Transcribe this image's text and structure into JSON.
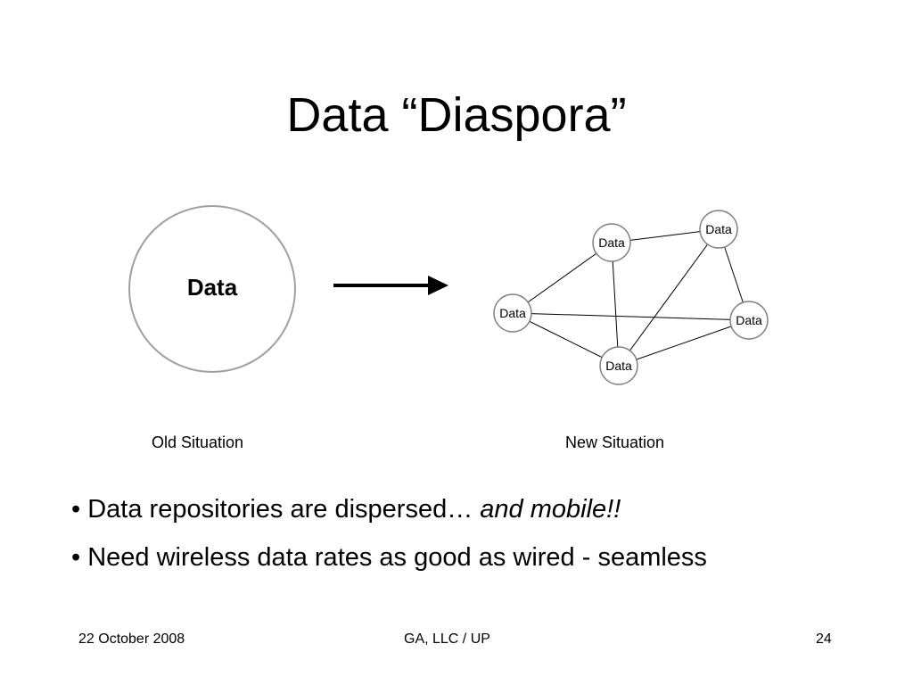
{
  "slide": {
    "title": "Data “Diaspora”"
  },
  "diagram": {
    "old_node_label": "Data",
    "arrow_icon": "right-arrow-icon",
    "nodes": [
      {
        "label": "Data"
      },
      {
        "label": "Data"
      },
      {
        "label": "Data"
      },
      {
        "label": "Data"
      },
      {
        "label": "Data"
      }
    ],
    "edges": [
      [
        0,
        1
      ],
      [
        0,
        2
      ],
      [
        0,
        4
      ],
      [
        1,
        3
      ],
      [
        1,
        4
      ],
      [
        2,
        3
      ],
      [
        2,
        4
      ],
      [
        3,
        4
      ]
    ],
    "captions": {
      "old": "Old Situation",
      "new": "New Situation"
    }
  },
  "bullets": [
    {
      "prefix": "• ",
      "text": "Data repositories are dispersed… ",
      "emphasis": "and mobile!!"
    },
    {
      "prefix": "• ",
      "text": "Need wireless data rates as good as wired - seamless",
      "emphasis": ""
    }
  ],
  "footer": {
    "date": "22 October 2008",
    "org": "GA, LLC / UP",
    "page": "24"
  }
}
